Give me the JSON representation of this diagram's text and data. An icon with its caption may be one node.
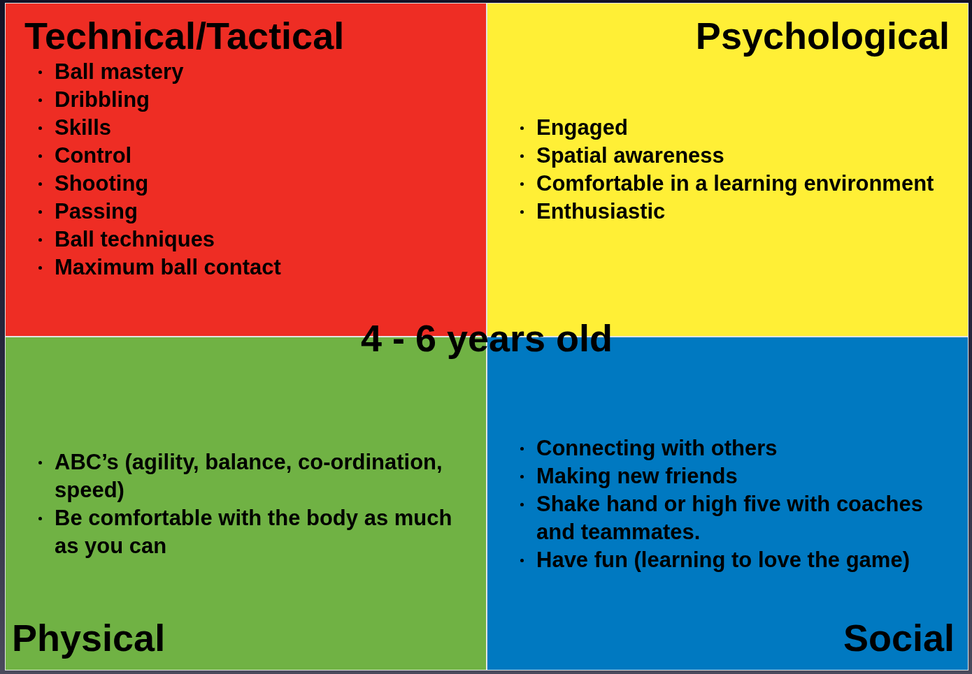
{
  "diagram": {
    "title": "4 - 6 years old",
    "nodes": [
      {
        "text": [
          "Technical/Tactical",
          "Ball mastery",
          "Dribbling",
          "Skills",
          "Control",
          "Shooting",
          "Passing",
          "Ball techniques",
          "Maximum ball contact"
        ]
      },
      {
        "text": [
          "Psychological",
          "Engaged",
          "Spatial awareness",
          "Comfortable in a learning environment",
          "Enthusiastic"
        ]
      },
      {
        "text": [
          "ABC’s (agility, balance, co-ordination, speed)",
          "Be comfortable with the body as much as you can",
          "Physical"
        ]
      },
      {
        "text": [
          "Connecting with others",
          "Making new friends",
          "Shake hand or high five with coaches and teammates.",
          "Have fun (learning to love the game)",
          "Social"
        ]
      }
    ]
  }
}
